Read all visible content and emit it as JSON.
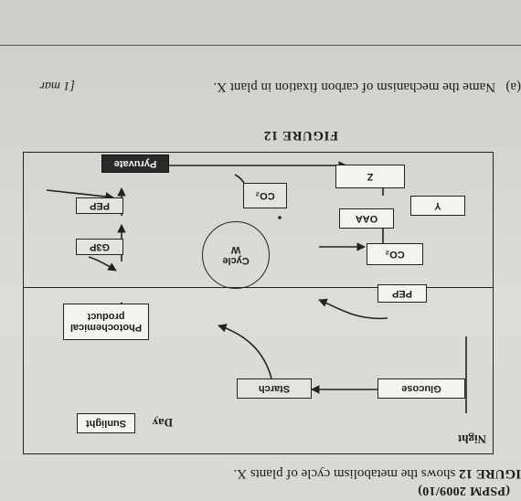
{
  "header": {
    "code": "(PSPM 2009/10)",
    "intro_prefix": "IGURE 12",
    "intro_text": " shows the metabolism cycle of plants X."
  },
  "diagram": {
    "night_label": "Night",
    "day_label": "Day",
    "sunlight": "Sunlight",
    "glucose": "Glucose",
    "starch": "Starch",
    "photochemical_line1": "Photochemical",
    "photochemical_line2": "product",
    "cycle_line1": "Cycle",
    "cycle_line2": "W",
    "g3p": "G3P",
    "co2_cycle": "CO₂",
    "co2_night": "CO₂",
    "pep_day": "PEP",
    "pep_night": "PEP",
    "oaa": "OAA",
    "y": "Y",
    "z": "Z",
    "pyruvate": "Pyruvate"
  },
  "figure_caption": "FIGURE 12",
  "question": {
    "label": "(a)",
    "text": "Name the mechanism of carbon fixation in plant X.",
    "marks": "[1 mar"
  }
}
